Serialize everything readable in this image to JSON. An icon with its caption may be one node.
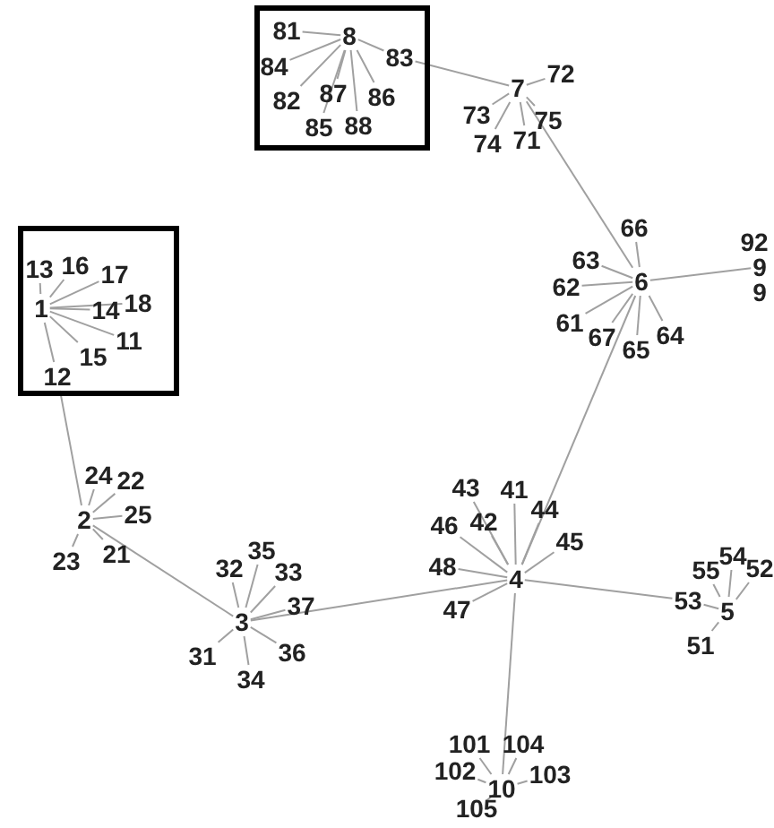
{
  "diagram": {
    "nodes": [
      {
        "text": [],
        "shape": "box"
      },
      {
        "text": [
          "8"
        ],
        "in": 0
      },
      {
        "text": [
          "81"
        ],
        "in": 0
      },
      {
        "text": [
          "83"
        ],
        "in": 0
      },
      {
        "text": [
          "84"
        ],
        "in": 0
      },
      {
        "text": [
          "82"
        ],
        "in": 0
      },
      {
        "text": [
          "87"
        ],
        "in": 0
      },
      {
        "text": [
          "86"
        ],
        "in": 0
      },
      {
        "text": [
          "85"
        ],
        "in": 0
      },
      {
        "text": [
          "88"
        ],
        "in": 0
      },
      {
        "text": [
          "7"
        ]
      },
      {
        "text": [
          "72"
        ]
      },
      {
        "text": [
          "73"
        ]
      },
      {
        "text": [
          "75"
        ]
      },
      {
        "text": [
          "74"
        ]
      },
      {
        "text": [
          "71"
        ]
      },
      {
        "text": [],
        "shape": "box"
      },
      {
        "text": [
          "13"
        ],
        "in": 16
      },
      {
        "text": [
          "16"
        ],
        "in": 16
      },
      {
        "text": [
          "17"
        ],
        "in": 16
      },
      {
        "text": [
          "1"
        ],
        "in": 16
      },
      {
        "text": [
          "14"
        ],
        "in": 16
      },
      {
        "text": [
          "18"
        ],
        "in": 16
      },
      {
        "text": [
          "11"
        ],
        "in": 16
      },
      {
        "text": [
          "15"
        ],
        "in": 16
      },
      {
        "text": [
          "12"
        ],
        "in": 16
      },
      {
        "text": [
          "66"
        ]
      },
      {
        "text": [
          "92"
        ]
      },
      {
        "text": [
          "63"
        ]
      },
      {
        "text": [
          "9"
        ]
      },
      {
        "text": [
          "62"
        ]
      },
      {
        "text": [
          "6"
        ]
      },
      {
        "text": [
          "9"
        ]
      },
      {
        "text": [
          "61"
        ]
      },
      {
        "text": [
          "67"
        ]
      },
      {
        "text": [
          "64"
        ]
      },
      {
        "text": [
          "65"
        ]
      },
      {
        "text": [
          "24"
        ]
      },
      {
        "text": [
          "22"
        ]
      },
      {
        "text": [
          "2"
        ]
      },
      {
        "text": [
          "25"
        ]
      },
      {
        "text": [
          "21"
        ]
      },
      {
        "text": [
          "23"
        ]
      },
      {
        "text": [
          "43"
        ]
      },
      {
        "text": [
          "41"
        ]
      },
      {
        "text": [
          "44"
        ]
      },
      {
        "text": [
          "46"
        ]
      },
      {
        "text": [
          "42"
        ]
      },
      {
        "text": [
          "45"
        ]
      },
      {
        "text": [
          "48"
        ]
      },
      {
        "text": [
          "4"
        ]
      },
      {
        "text": [
          "47"
        ]
      },
      {
        "text": [
          "35"
        ]
      },
      {
        "text": [
          "32"
        ]
      },
      {
        "text": [
          "33"
        ]
      },
      {
        "text": [
          "37"
        ]
      },
      {
        "text": [
          "3"
        ]
      },
      {
        "text": [
          "36"
        ]
      },
      {
        "text": [
          "31"
        ]
      },
      {
        "text": [
          "34"
        ]
      },
      {
        "text": [
          "55"
        ]
      },
      {
        "text": [
          "54"
        ]
      },
      {
        "text": [
          "52"
        ]
      },
      {
        "text": [
          "53"
        ]
      },
      {
        "text": [
          "5"
        ]
      },
      {
        "text": [
          "51"
        ]
      },
      {
        "text": [
          "101"
        ]
      },
      {
        "text": [
          "104"
        ]
      },
      {
        "text": [
          "102"
        ]
      },
      {
        "text": [
          "10"
        ]
      },
      {
        "text": [
          "103"
        ]
      },
      {
        "text": [
          "105"
        ]
      }
    ],
    "edges": [
      {
        "from": 1,
        "to": 2,
        "arrow": "none"
      },
      {
        "from": 1,
        "to": 3,
        "arrow": "none"
      },
      {
        "from": 1,
        "to": 4,
        "arrow": "none"
      },
      {
        "from": 1,
        "to": 5,
        "arrow": "none"
      },
      {
        "from": 1,
        "to": 6,
        "arrow": "none"
      },
      {
        "from": 1,
        "to": 7,
        "arrow": "none"
      },
      {
        "from": 1,
        "to": 8,
        "arrow": "none"
      },
      {
        "from": 1,
        "to": 9,
        "arrow": "none"
      },
      {
        "from": 3,
        "to": 10,
        "arrow": "none"
      },
      {
        "from": 10,
        "to": 11,
        "arrow": "none"
      },
      {
        "from": 10,
        "to": 12,
        "arrow": "none"
      },
      {
        "from": 10,
        "to": 13,
        "arrow": "none"
      },
      {
        "from": 10,
        "to": 14,
        "arrow": "none"
      },
      {
        "from": 10,
        "to": 15,
        "arrow": "none"
      },
      {
        "from": 10,
        "to": 31,
        "arrow": "none"
      },
      {
        "from": 20,
        "to": 17,
        "arrow": "none"
      },
      {
        "from": 20,
        "to": 18,
        "arrow": "none"
      },
      {
        "from": 20,
        "to": 19,
        "arrow": "none"
      },
      {
        "from": 20,
        "to": 21,
        "arrow": "none"
      },
      {
        "from": 20,
        "to": 22,
        "arrow": "none"
      },
      {
        "from": 20,
        "to": 23,
        "arrow": "none"
      },
      {
        "from": 20,
        "to": 24,
        "arrow": "none"
      },
      {
        "from": 20,
        "to": 25,
        "arrow": "none"
      },
      {
        "from": 25,
        "to": 39,
        "arrow": "none"
      },
      {
        "from": 31,
        "to": 26,
        "arrow": "none"
      },
      {
        "from": 31,
        "to": 28,
        "arrow": "none"
      },
      {
        "from": 31,
        "to": 30,
        "arrow": "none"
      },
      {
        "from": 31,
        "to": 33,
        "arrow": "none"
      },
      {
        "from": 31,
        "to": 34,
        "arrow": "none"
      },
      {
        "from": 31,
        "to": 35,
        "arrow": "none"
      },
      {
        "from": 31,
        "to": 36,
        "arrow": "none"
      },
      {
        "from": 31,
        "to": 29,
        "arrow": "none"
      },
      {
        "from": 31,
        "to": 50,
        "arrow": "none"
      },
      {
        "from": 39,
        "to": 37,
        "arrow": "none"
      },
      {
        "from": 39,
        "to": 38,
        "arrow": "none"
      },
      {
        "from": 39,
        "to": 40,
        "arrow": "none"
      },
      {
        "from": 39,
        "to": 41,
        "arrow": "none"
      },
      {
        "from": 39,
        "to": 42,
        "arrow": "none"
      },
      {
        "from": 39,
        "to": 56,
        "arrow": "none"
      },
      {
        "from": 56,
        "to": 52,
        "arrow": "none"
      },
      {
        "from": 56,
        "to": 53,
        "arrow": "none"
      },
      {
        "from": 56,
        "to": 54,
        "arrow": "none"
      },
      {
        "from": 56,
        "to": 55,
        "arrow": "none"
      },
      {
        "from": 56,
        "to": 57,
        "arrow": "none"
      },
      {
        "from": 56,
        "to": 58,
        "arrow": "none"
      },
      {
        "from": 56,
        "to": 59,
        "arrow": "none"
      },
      {
        "from": 56,
        "to": 50,
        "arrow": "none"
      },
      {
        "from": 50,
        "to": 43,
        "arrow": "none"
      },
      {
        "from": 50,
        "to": 44,
        "arrow": "none"
      },
      {
        "from": 50,
        "to": 45,
        "arrow": "none"
      },
      {
        "from": 50,
        "to": 46,
        "arrow": "none"
      },
      {
        "from": 50,
        "to": 47,
        "arrow": "none"
      },
      {
        "from": 50,
        "to": 48,
        "arrow": "none"
      },
      {
        "from": 50,
        "to": 49,
        "arrow": "none"
      },
      {
        "from": 50,
        "to": 51,
        "arrow": "none"
      },
      {
        "from": 50,
        "to": 63,
        "arrow": "none"
      },
      {
        "from": 63,
        "to": 64,
        "arrow": "none"
      },
      {
        "from": 64,
        "to": 60,
        "arrow": "none"
      },
      {
        "from": 64,
        "to": 61,
        "arrow": "none"
      },
      {
        "from": 64,
        "to": 62,
        "arrow": "none"
      },
      {
        "from": 64,
        "to": 65,
        "arrow": "none"
      },
      {
        "from": 50,
        "to": 69,
        "arrow": "none"
      },
      {
        "from": 69,
        "to": 66,
        "arrow": "none"
      },
      {
        "from": 69,
        "to": 67,
        "arrow": "none"
      },
      {
        "from": 69,
        "to": 68,
        "arrow": "none"
      },
      {
        "from": 69,
        "to": 70,
        "arrow": "none"
      },
      {
        "from": 69,
        "to": 71,
        "arrow": "none"
      }
    ]
  }
}
